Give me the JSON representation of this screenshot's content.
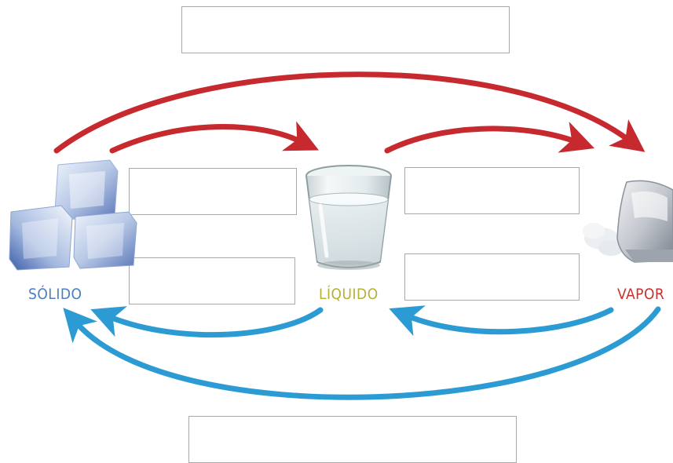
{
  "colors": {
    "heating_arrow": "#c62a2f",
    "cooling_arrow": "#2d9bd3",
    "box_border": "#a9a9a9",
    "solid_label": "#4a7fc1",
    "liquid_label": "#b6b035",
    "vapor_label": "#c8312d"
  },
  "states": {
    "solid": "SÓLIDO",
    "liquid": "LÍQUIDO",
    "vapor": "VAPOR"
  },
  "images": {
    "solid": "ice-cubes",
    "liquid": "glass-of-water",
    "vapor": "steam-iron"
  },
  "boxes": {
    "top": "",
    "solid_liquid_top": "",
    "solid_liquid_bottom": "",
    "liquid_vapor_top": "",
    "liquid_vapor_bottom": "",
    "bottom": ""
  }
}
